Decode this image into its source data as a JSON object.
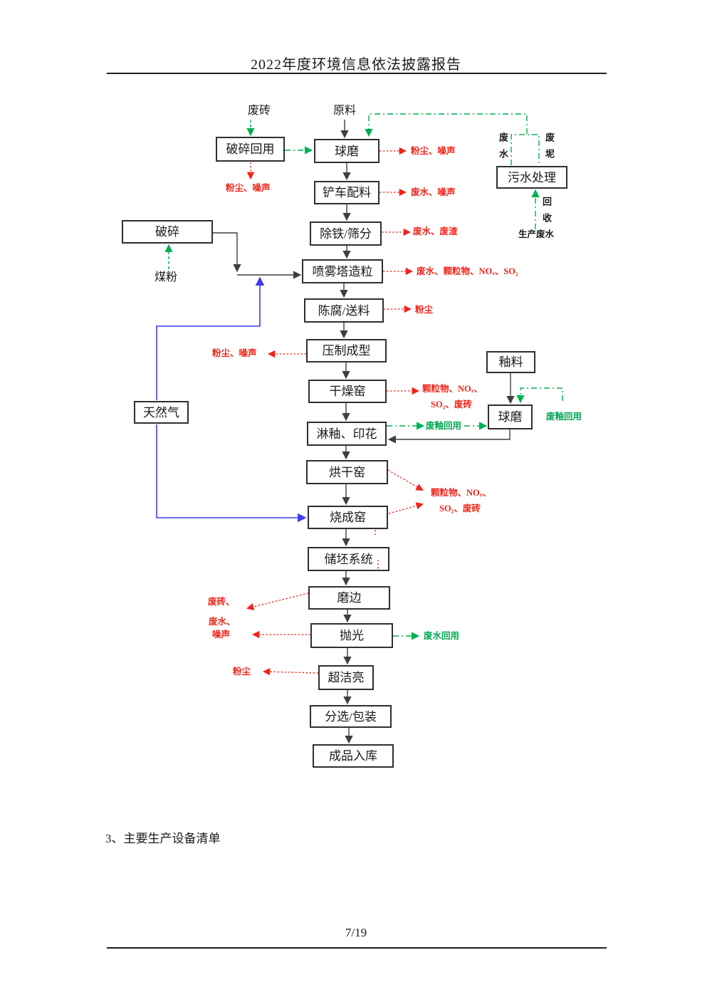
{
  "header": {
    "title": "2022年度环境信息依法披露报告"
  },
  "section": {
    "heading": "3、主要生产设备清单"
  },
  "footer": {
    "page_number": "7/19"
  },
  "colors": {
    "box_border": "#2f2f2f",
    "line_black": "#3f3f3f",
    "emission_red": "#f02418",
    "recycle_green": "#00b050",
    "gas_blue": "#3c3cee"
  },
  "flowchart": {
    "boxes": {
      "crush_reuse": "破碎回用",
      "ball_mill_top": "球磨",
      "forklift_batching": "铲车配料",
      "iron_removal_screening": "除铁/筛分",
      "spray_tower_granulation": "喷雾塔造粒",
      "aging_feeding": "陈腐/送料",
      "press_forming": "压制成型",
      "drying_kiln": "干燥窑",
      "glazing_printing": "淋釉、印花",
      "baking_kiln": "烘干窑",
      "firing_kiln": "烧成窑",
      "green_body_storage": "储坯系统",
      "edge_grinding": "磨边",
      "polishing": "抛光",
      "super_clean_bright": "超洁亮",
      "sorting_packing": "分选/包装",
      "finished_warehouse": "成品入库",
      "crushing": "破碎",
      "natural_gas": "天然气",
      "sewage_treatment": "污水处理",
      "glaze_material": "釉料",
      "ball_mill_glaze": "球磨"
    },
    "inputs": {
      "waste_brick": "废砖",
      "raw_material": "原料",
      "coal_powder": "煤粉"
    },
    "emissions": {
      "dust_noise": "粉尘、噪声",
      "wastewater_noise": "废水、噪声",
      "wastewater_residue": "废水、废渣",
      "wastewater_pm_nox_so2": "废水、颗粒物、NOₓ、SO₂",
      "dust": "粉尘",
      "pm_nox": "颗粒物、NOₓ、",
      "so2_waste_brick": "SO₂、废砖",
      "waste_brick_item": "废砖、",
      "wastewater_item": "废水、",
      "noise_item": "噪声"
    },
    "recycle": {
      "waste_glaze_reuse": "废釉回用",
      "wastewater_reuse": "废水回用",
      "wastewater_vert": "废水",
      "waste_mud_vert": "废坭",
      "recycle_vert": "回收",
      "production_wastewater": "生产废水"
    }
  }
}
